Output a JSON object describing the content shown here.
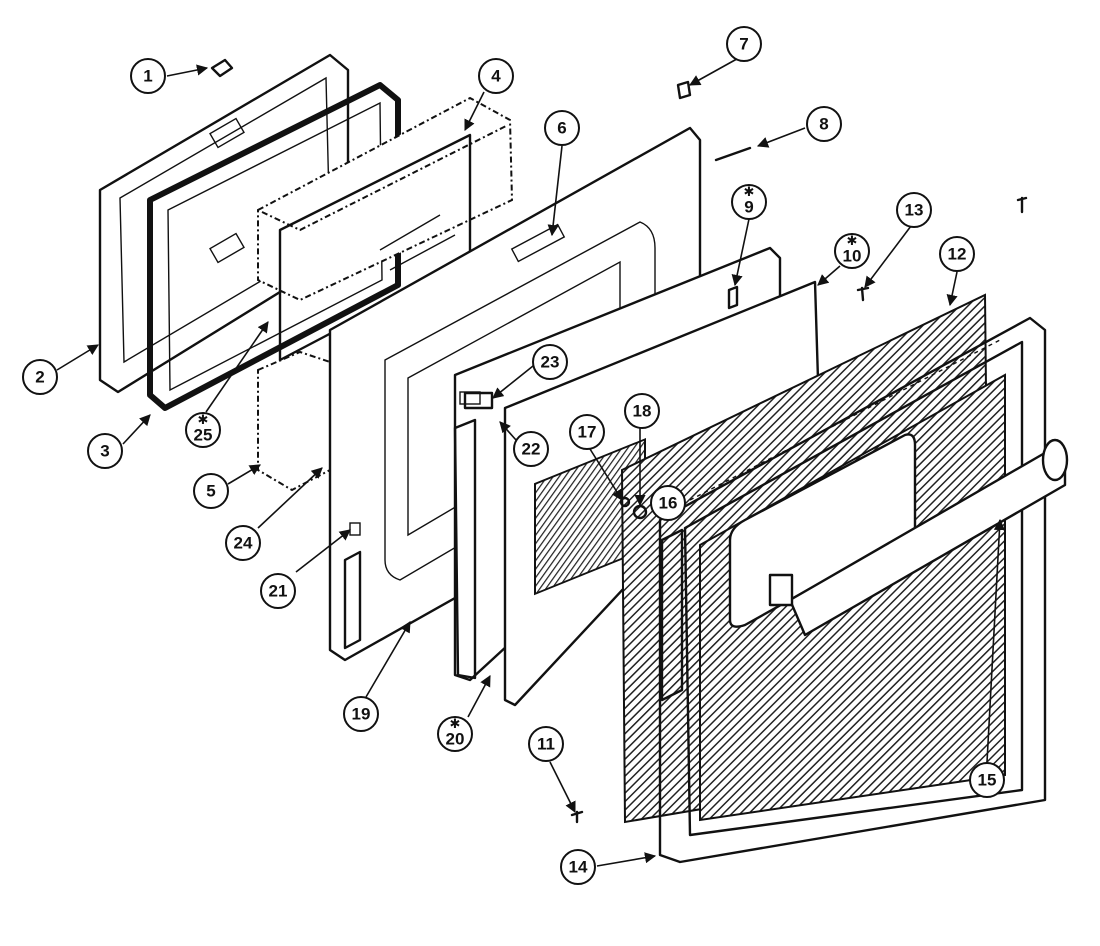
{
  "diagram": {
    "callouts": [
      {
        "label": "1"
      },
      {
        "label": "2"
      },
      {
        "label": "3"
      },
      {
        "label": "4"
      },
      {
        "label": "5"
      },
      {
        "label": "6"
      },
      {
        "label": "7"
      },
      {
        "label": "8"
      },
      {
        "label": "9",
        "starred": true
      },
      {
        "label": "10",
        "starred": true
      },
      {
        "label": "11"
      },
      {
        "label": "12"
      },
      {
        "label": "13"
      },
      {
        "label": "14"
      },
      {
        "label": "15"
      },
      {
        "label": "16"
      },
      {
        "label": "17"
      },
      {
        "label": "18"
      },
      {
        "label": "19"
      },
      {
        "label": "20",
        "starred": true
      },
      {
        "label": "21"
      },
      {
        "label": "22"
      },
      {
        "label": "23"
      },
      {
        "label": "24"
      },
      {
        "label": "25",
        "starred": true
      }
    ],
    "star_symbol": "✱"
  }
}
